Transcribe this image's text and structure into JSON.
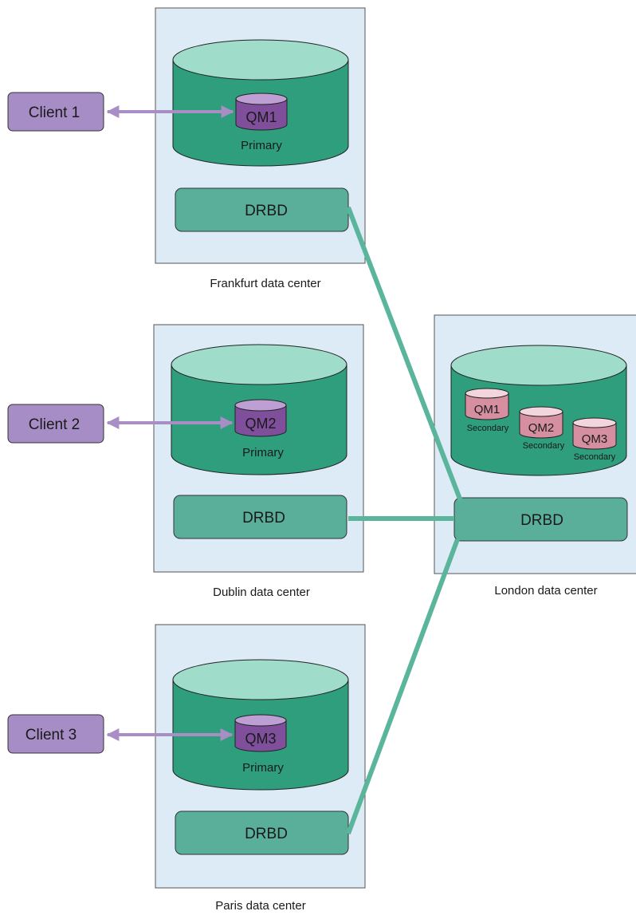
{
  "colors": {
    "datacenter_fill": "#ddebf6",
    "datacenter_border": "#555555",
    "storage_body": "#2e9e7c",
    "storage_top": "#9fdcc9",
    "drbd_fill": "#5aaf9a",
    "link_color": "#5ab59c",
    "client_fill": "#a78dc6",
    "client_arrow": "#a98ec6",
    "qm_primary_body": "#7f4f9c",
    "qm_primary_top": "#bd9fd4",
    "qm_secondary_body": "#d58fa0",
    "qm_secondary_top": "#f3d6dd"
  },
  "datacenters": {
    "frankfurt": {
      "label": "Frankfurt data center",
      "drbd": "DRBD",
      "qm": "QM1",
      "role": "Primary"
    },
    "dublin": {
      "label": "Dublin data center",
      "drbd": "DRBD",
      "qm": "QM2",
      "role": "Primary"
    },
    "paris": {
      "label": "Paris data center",
      "drbd": "DRBD",
      "qm": "QM3",
      "role": "Primary"
    },
    "london": {
      "label": "London data center",
      "drbd": "DRBD",
      "queue_managers": [
        {
          "name": "QM1",
          "role": "Secondary"
        },
        {
          "name": "QM2",
          "role": "Secondary"
        },
        {
          "name": "QM3",
          "role": "Secondary"
        }
      ]
    }
  },
  "clients": [
    {
      "label": "Client 1"
    },
    {
      "label": "Client 2"
    },
    {
      "label": "Client 3"
    }
  ]
}
